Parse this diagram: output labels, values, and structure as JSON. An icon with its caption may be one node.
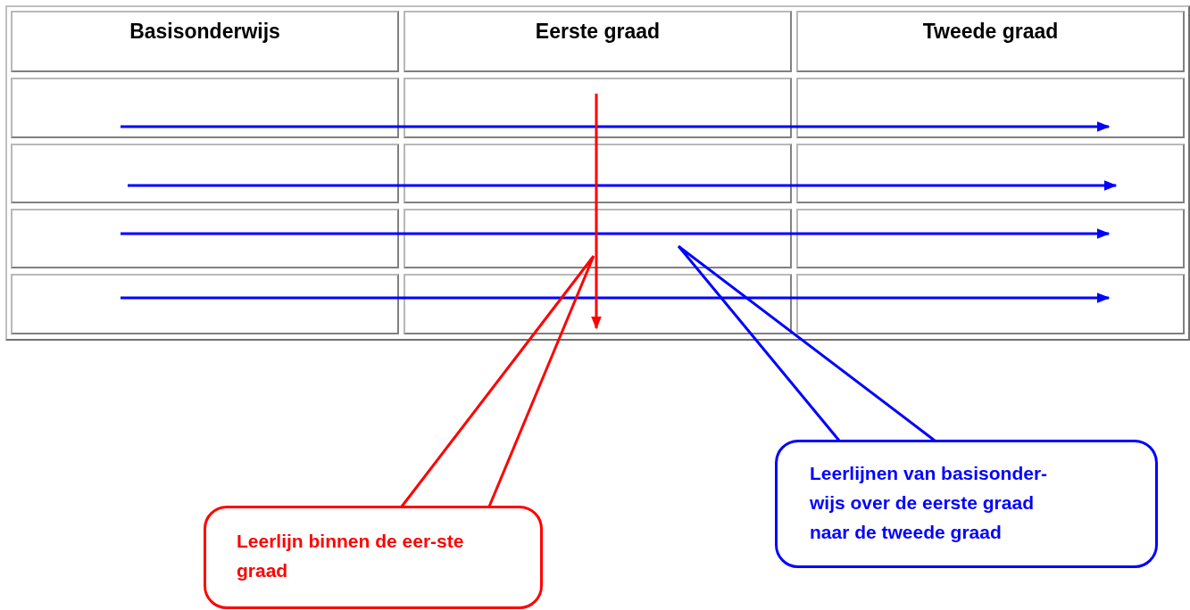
{
  "diagram": {
    "nodes": [
      {
        "text": [
          "Leerlijn binnen de eer-ste graad"
        ]
      },
      {
        "text": [
          "Leerlijnen van basisonder-wijs over de eerste graad naar de tweede graad"
        ]
      }
    ],
    "edges": [
      {
        "from": 0,
        "to": null,
        "arrow": "none",
        "color": "#ff0000"
      },
      {
        "from": 1,
        "to": null,
        "arrow": "none",
        "color": "#0000ff"
      }
    ],
    "labels": [
      "Basisonderwijs",
      "Eerste graad",
      "Tweede graad"
    ]
  }
}
